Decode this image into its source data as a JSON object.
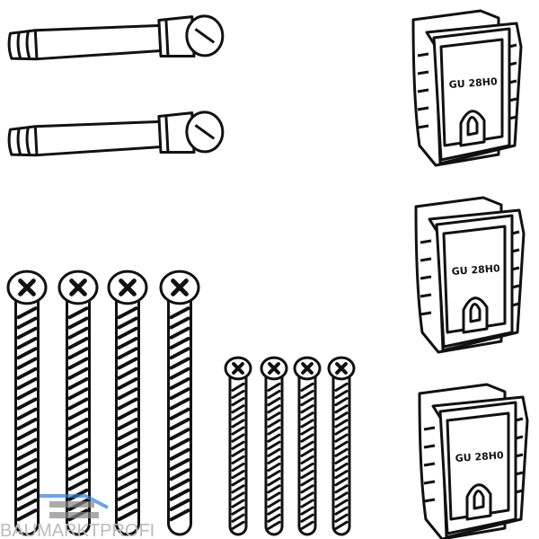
{
  "clips": [
    {
      "label": "GU 28H0"
    },
    {
      "label": "GU 28H0"
    },
    {
      "label": "GU 28H0"
    }
  ],
  "watermark": {
    "text": "BAUMARKTPROFI",
    "accent_color": "#2f7fe0"
  },
  "parts": {
    "pins": 2,
    "long_screws": 4,
    "short_screws": 4,
    "clips": 3
  }
}
